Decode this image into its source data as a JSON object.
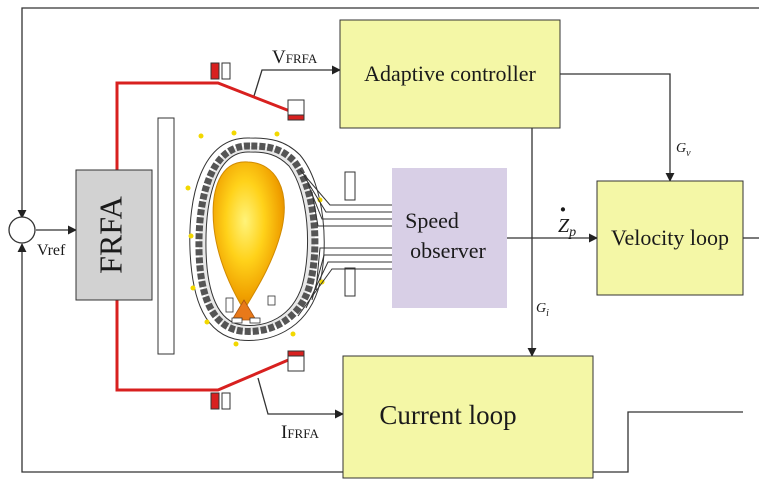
{
  "blocks": {
    "frfa": "FRFA",
    "adaptive_controller": "Adaptive controller",
    "speed_observer_line1": "Speed",
    "speed_observer_line2": "observer",
    "velocity_loop": "Velocity loop",
    "current_loop": "Current loop"
  },
  "signals": {
    "v_frfa_main": "V",
    "v_frfa_sub": "FRFA",
    "i_frfa_main": "I",
    "i_frfa_sub": "FRFA",
    "vref": "Vref",
    "gv_main": "G",
    "gv_sub": "v",
    "gi_main": "G",
    "gi_sub": "i",
    "zp_main": "Z",
    "zp_sub": "p",
    "zp_dot": "·"
  },
  "colors": {
    "block_fill": "#f4f7a6",
    "frfa_fill": "#d2d2d2",
    "observer_fill": "#d8cfe6",
    "red_line": "#d8201f",
    "line": "#333333"
  }
}
